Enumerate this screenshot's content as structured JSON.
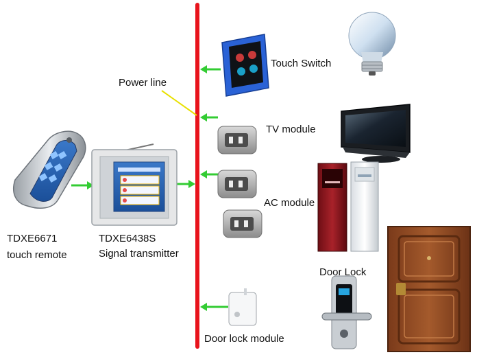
{
  "labels": {
    "power_line": "Power line",
    "touch_switch": "Touch Switch",
    "tv_module": "TV module",
    "ac_module": "AC module",
    "door_lock": "Door Lock",
    "door_lock_module": "Door lock module",
    "remote_model": "TDXE6671",
    "remote_name": "touch remote",
    "transmitter_model": "TDXE6438S",
    "transmitter_name": "Signal transmitter"
  },
  "colors": {
    "power_line": "#e8141c",
    "arrow": "#33cc33",
    "pointer": "#e8e000"
  }
}
